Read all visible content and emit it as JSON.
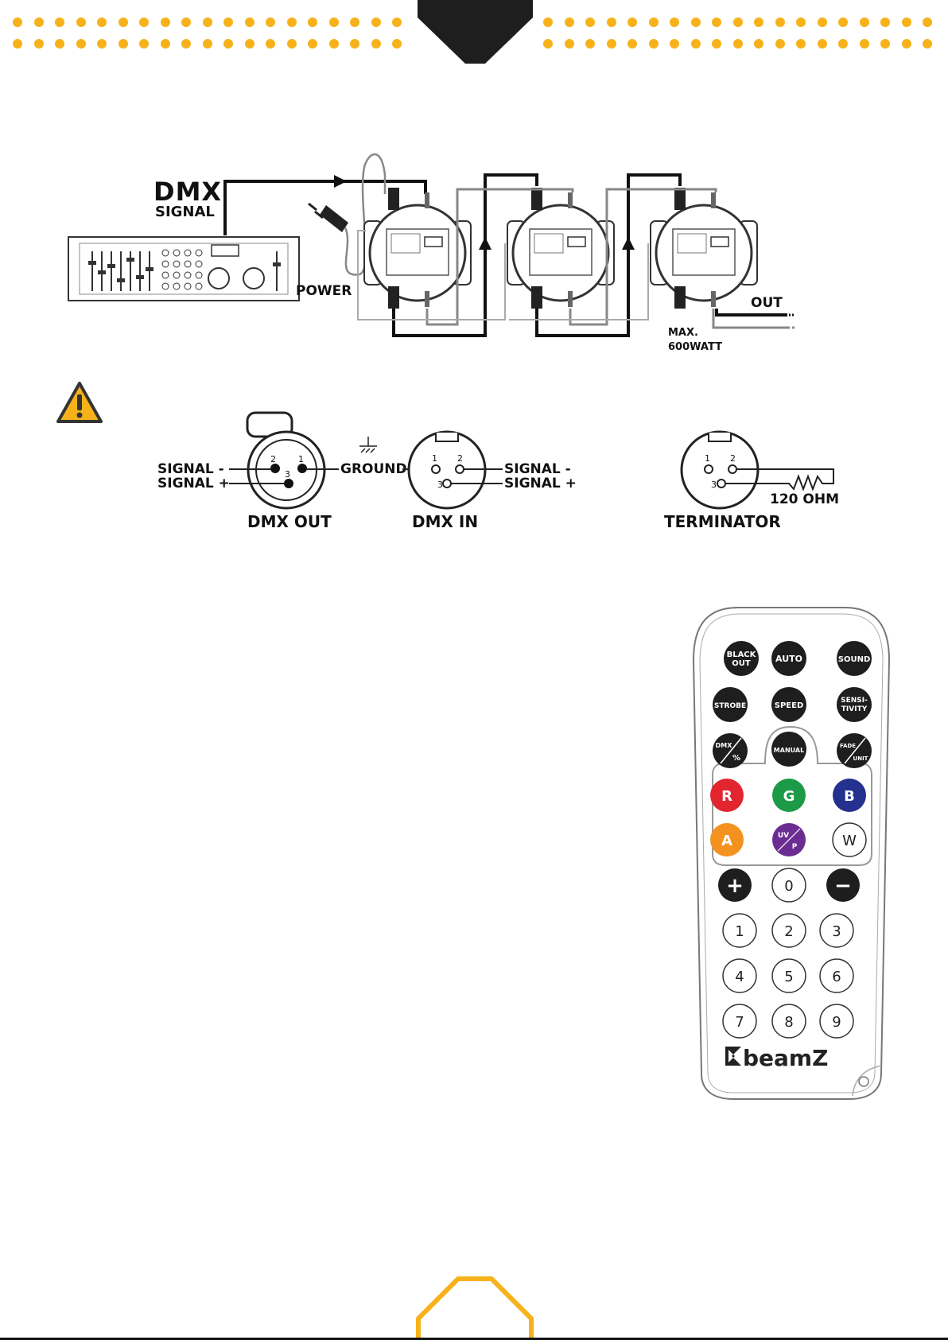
{
  "colors": {
    "accent": "#f7b21b",
    "dark": "#1e1e1e",
    "red": "#e32530",
    "green": "#1d9a48",
    "blue": "#24318f",
    "amber": "#f3921f",
    "purple": "#6b2d91"
  },
  "diagram": {
    "dmx_title": "DMX",
    "dmx_subtitle": "SIGNAL",
    "power_label": "POWER",
    "out_label": "OUT",
    "max_label_line1": "MAX.",
    "max_label_line2": "600WATT"
  },
  "warning_icon": "warning-triangle-icon",
  "connectors": {
    "out": {
      "label": "DMX OUT",
      "signal_minus": "SIGNAL -",
      "signal_plus": "SIGNAL +",
      "pins": [
        "1",
        "2",
        "3"
      ]
    },
    "ground_label": "GROUND",
    "in": {
      "label": "DMX IN",
      "signal_minus": "SIGNAL -",
      "signal_plus": "SIGNAL +",
      "pins": [
        "1",
        "2",
        "3"
      ]
    },
    "terminator": {
      "label": "TERMINATOR",
      "resistor": "120 OHM",
      "pins": [
        "1",
        "2",
        "3"
      ]
    }
  },
  "remote": {
    "brand": "beamZ",
    "buttons": {
      "black_out_1": "BLACK",
      "black_out_2": "OUT",
      "auto": "AUTO",
      "sound": "SOUND",
      "strobe": "STROBE",
      "speed": "SPEED",
      "sensi_1": "SENSI-",
      "sensi_2": "TIVITY",
      "dmx_top": "DMX",
      "dmx_bottom": "%",
      "manual": "MANUAL",
      "fade_top": "FADE",
      "fade_bottom": "UNIT",
      "r": "R",
      "g": "G",
      "b": "B",
      "a": "A",
      "uv_top": "UV",
      "uv_bottom": "P",
      "w": "W",
      "plus": "+",
      "zero": "0",
      "minus": "−",
      "n1": "1",
      "n2": "2",
      "n3": "3",
      "n4": "4",
      "n5": "5",
      "n6": "6",
      "n7": "7",
      "n8": "8",
      "n9": "9"
    }
  }
}
